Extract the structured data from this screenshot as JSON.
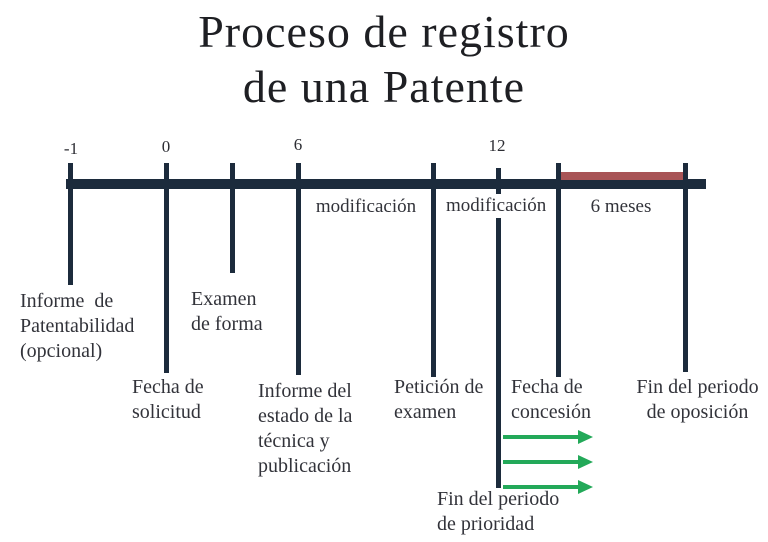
{
  "title": {
    "text": "Proceso de registro\nde una Patente"
  },
  "colors": {
    "timeline_navy": "#1c2b3c",
    "highlight_red": "#a85456",
    "arrow_green": "#23a959",
    "label_text": "#32333a"
  },
  "timeline": {
    "numbers": [
      {
        "label": "-1"
      },
      {
        "label": "0"
      },
      {
        "label": "6"
      },
      {
        "label": "12"
      }
    ],
    "span_labels": [
      {
        "label": "modificación"
      },
      {
        "label": "modificación"
      },
      {
        "label": "6 meses"
      }
    ],
    "milestones": [
      {
        "label": "Informe  de\nPatentabilidad\n(opcional)"
      },
      {
        "label": "Fecha de\nsolicitud"
      },
      {
        "label": "Examen\nde forma"
      },
      {
        "label": "Informe del\nestado de la\ntécnica y\npublicación"
      },
      {
        "label": "Petición de\nexamen"
      },
      {
        "label": "Fin del periodo\nde prioridad"
      },
      {
        "label": "Fecha de\nconcesión"
      },
      {
        "label": "Fin del periodo\nde oposición"
      }
    ]
  }
}
